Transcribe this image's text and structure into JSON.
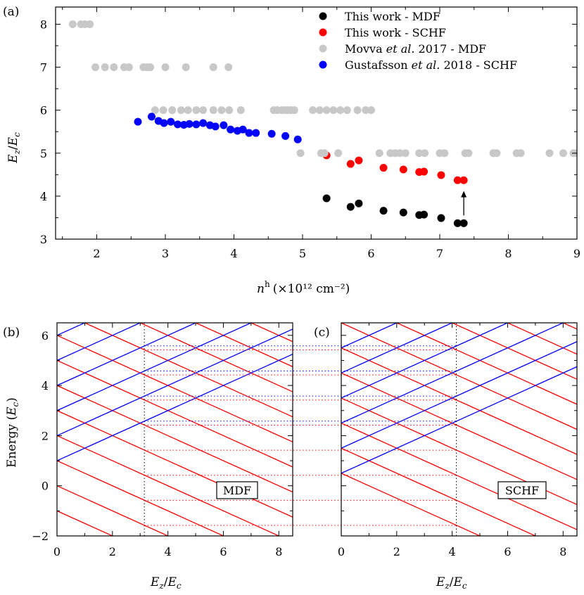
{
  "panels": {
    "a": {
      "tag": "(a)",
      "chart_data": {
        "type": "scatter",
        "xlabel_main": "n",
        "xlabel_sup": "h",
        "xlabel_units": "(×10¹² cm⁻²)",
        "ylabel_main": "E",
        "ylabel_sub1": "z",
        "ylabel_sep": "/",
        "ylabel_sub2": "c",
        "xlim": [
          1.4,
          9.0
        ],
        "ylim": [
          3,
          8.4
        ],
        "xticks": [
          2,
          3,
          4,
          5,
          6,
          7,
          8,
          9
        ],
        "yticks": [
          3,
          4,
          5,
          6,
          7,
          8
        ],
        "legend_position": "top-right",
        "series": [
          {
            "name": "This work - MDF",
            "color": "#000000",
            "points": [
              [
                5.35,
                3.95
              ],
              [
                5.7,
                3.75
              ],
              [
                5.82,
                3.83
              ],
              [
                6.18,
                3.66
              ],
              [
                6.47,
                3.62
              ],
              [
                6.7,
                3.56
              ],
              [
                6.77,
                3.57
              ],
              [
                7.02,
                3.49
              ],
              [
                7.26,
                3.37
              ],
              [
                7.35,
                3.37
              ]
            ]
          },
          {
            "name": "This work - SCHF",
            "color": "#ff0000",
            "points": [
              [
                5.35,
                4.95
              ],
              [
                5.7,
                4.75
              ],
              [
                5.82,
                4.83
              ],
              [
                6.18,
                4.66
              ],
              [
                6.47,
                4.62
              ],
              [
                6.7,
                4.56
              ],
              [
                6.77,
                4.57
              ],
              [
                7.02,
                4.49
              ],
              [
                7.26,
                4.37
              ],
              [
                7.35,
                4.37
              ]
            ]
          },
          {
            "name": "Movva et al. 2017 - MDF",
            "legend_parts": [
              "Movva ",
              "et al.",
              " 2017 - MDF"
            ],
            "color": "#c8c8c8",
            "points": [
              [
                1.65,
                8
              ],
              [
                1.77,
                8
              ],
              [
                1.83,
                8
              ],
              [
                1.9,
                8
              ],
              [
                1.98,
                7
              ],
              [
                2.12,
                7
              ],
              [
                2.25,
                7
              ],
              [
                2.4,
                7
              ],
              [
                2.47,
                7
              ],
              [
                2.68,
                7
              ],
              [
                2.73,
                7
              ],
              [
                2.78,
                7
              ],
              [
                3.0,
                7
              ],
              [
                3.3,
                7
              ],
              [
                3.7,
                7
              ],
              [
                3.92,
                7
              ],
              [
                2.85,
                6
              ],
              [
                2.97,
                6
              ],
              [
                3.1,
                6
              ],
              [
                3.23,
                6
              ],
              [
                3.33,
                6
              ],
              [
                3.45,
                6
              ],
              [
                3.55,
                6
              ],
              [
                3.7,
                6
              ],
              [
                3.82,
                6
              ],
              [
                3.93,
                6
              ],
              [
                4.1,
                6
              ],
              [
                4.58,
                6
              ],
              [
                4.63,
                6
              ],
              [
                4.7,
                6
              ],
              [
                4.75,
                6
              ],
              [
                4.78,
                6
              ],
              [
                4.83,
                6
              ],
              [
                4.88,
                6
              ],
              [
                5.15,
                6
              ],
              [
                5.25,
                6
              ],
              [
                5.35,
                6
              ],
              [
                5.45,
                6
              ],
              [
                5.55,
                6
              ],
              [
                5.65,
                6
              ],
              [
                5.8,
                6
              ],
              [
                5.92,
                6
              ],
              [
                6.0,
                6
              ],
              [
                4.97,
                5
              ],
              [
                5.27,
                5
              ],
              [
                5.32,
                5
              ],
              [
                5.52,
                5
              ],
              [
                6.12,
                5
              ],
              [
                6.28,
                5
              ],
              [
                6.35,
                5
              ],
              [
                6.42,
                5
              ],
              [
                6.5,
                5
              ],
              [
                6.7,
                5
              ],
              [
                6.78,
                5
              ],
              [
                7.0,
                5
              ],
              [
                7.07,
                5
              ],
              [
                7.37,
                5
              ],
              [
                7.42,
                5
              ],
              [
                7.78,
                5
              ],
              [
                7.83,
                5
              ],
              [
                8.12,
                5
              ],
              [
                8.18,
                5
              ],
              [
                8.6,
                5
              ],
              [
                8.8,
                5
              ],
              [
                8.95,
                5
              ],
              [
                9.0,
                5
              ]
            ]
          },
          {
            "name": "Gustafsson et al. 2018 - SCHF",
            "legend_parts": [
              "Gustafsson ",
              "et al.",
              " 2018 - SCHF"
            ],
            "color": "#0000ff",
            "points": [
              [
                2.6,
                5.73
              ],
              [
                2.8,
                5.85
              ],
              [
                2.9,
                5.75
              ],
              [
                2.98,
                5.7
              ],
              [
                3.08,
                5.73
              ],
              [
                3.18,
                5.67
              ],
              [
                3.27,
                5.66
              ],
              [
                3.35,
                5.68
              ],
              [
                3.45,
                5.67
              ],
              [
                3.55,
                5.7
              ],
              [
                3.65,
                5.65
              ],
              [
                3.73,
                5.62
              ],
              [
                3.85,
                5.65
              ],
              [
                3.95,
                5.55
              ],
              [
                4.05,
                5.52
              ],
              [
                4.13,
                5.55
              ],
              [
                4.22,
                5.47
              ],
              [
                4.32,
                5.47
              ],
              [
                4.55,
                5.45
              ],
              [
                4.75,
                5.4
              ],
              [
                4.93,
                5.32
              ]
            ]
          }
        ],
        "annotation_arrow": {
          "x": 7.35,
          "y_from": 3.55,
          "y_to": 4.12
        }
      }
    },
    "b": {
      "tag": "(b)",
      "boxed_label": "MDF",
      "chart_data": {
        "type": "line",
        "xlabel_main": "E",
        "xlabel_sub1": "z",
        "xlabel_sep": "/",
        "xlabel_sub2": "c",
        "ylabel_text": "Energy (",
        "ylabel_var": "E",
        "ylabel_sub": "c",
        "ylabel_close": ")",
        "xlim": [
          0,
          8.5
        ],
        "ylim": [
          -2,
          6.5
        ],
        "xticks": [
          0,
          2,
          4,
          6,
          8
        ],
        "yticks": [
          -2,
          0,
          2,
          4,
          6
        ],
        "ytick_labels": [
          "−2",
          "0",
          "2",
          "4",
          "6"
        ],
        "red_lines": {
          "slope": -0.5,
          "intercepts": [
            -1,
            0,
            1,
            2,
            3,
            4,
            5,
            6,
            7,
            8,
            9,
            10,
            11
          ]
        },
        "blue_lines": {
          "slope": 0.5,
          "intercepts": [
            1,
            2,
            3,
            4,
            5,
            6
          ]
        },
        "marker_x": 3.15,
        "dotted_red_levels": [
          5.42,
          4.42,
          3.42,
          2.42,
          1.42,
          0.42,
          -0.58,
          -1.58
        ],
        "dotted_blue_levels": [
          5.58,
          4.58,
          3.58,
          2.58
        ],
        "colors": {
          "red": "#ff0000",
          "blue": "#0000ff"
        }
      }
    },
    "c": {
      "tag": "(c)",
      "boxed_label": "SCHF",
      "chart_data": {
        "type": "line",
        "xlabel_main": "E",
        "xlabel_sub1": "z",
        "xlabel_sep": "/",
        "xlabel_sub2": "c",
        "xlim": [
          0,
          8.5
        ],
        "ylim": [
          -2,
          6.5
        ],
        "xticks": [
          0,
          2,
          4,
          6,
          8
        ],
        "red_lines": {
          "slope": -0.5,
          "intercepts": [
            0.5,
            1.5,
            2.5,
            3.5,
            4.5,
            5.5,
            6.5,
            7.5,
            8.5,
            9.5,
            10.5,
            11.5
          ]
        },
        "blue_lines": {
          "slope": 0.5,
          "intercepts": [
            0.5,
            1.5,
            2.5,
            3.5,
            4.5,
            5.5
          ]
        },
        "marker_x": 4.15,
        "colors": {
          "red": "#ff0000",
          "blue": "#0000ff"
        }
      }
    }
  }
}
